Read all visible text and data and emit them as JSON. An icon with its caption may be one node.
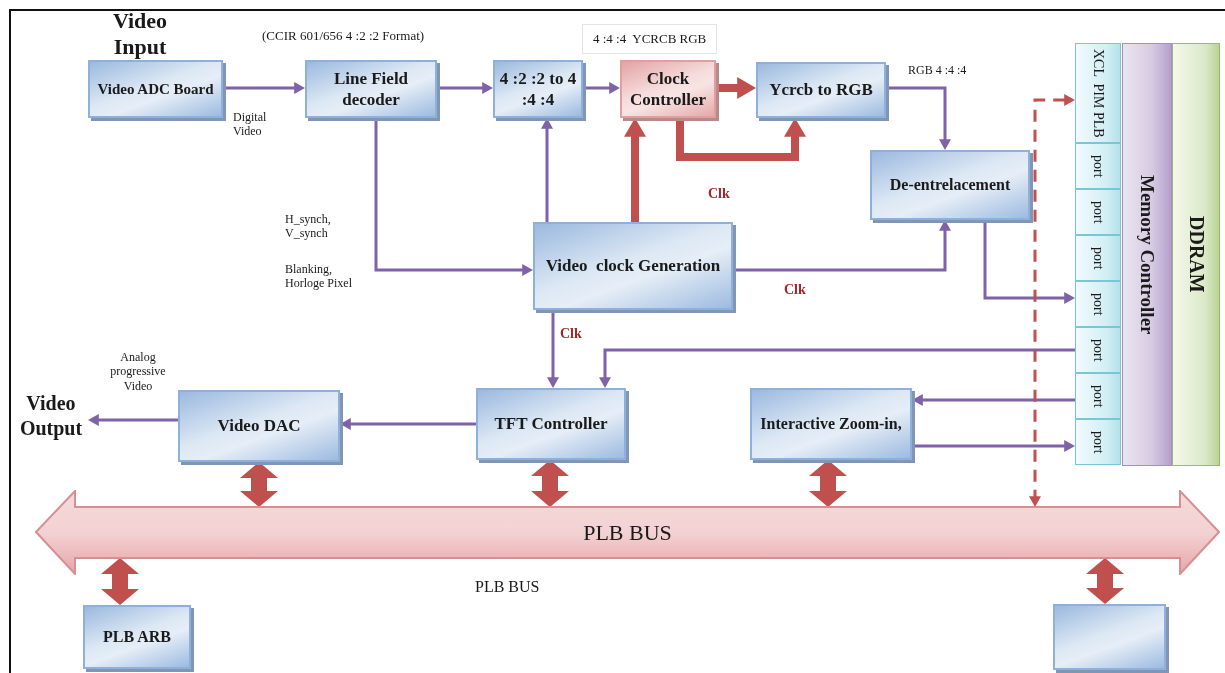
{
  "diagram": {
    "nodes": [
      {
        "text": [
          "Video ADC Board"
        ]
      },
      {
        "text": [
          "Line Field decoder"
        ]
      },
      {
        "text": [
          "4 :2 :2 to 4 :4 :4"
        ]
      },
      {
        "text": [
          "Clock Controller"
        ]
      },
      {
        "text": [
          "Ycrcb to RGB"
        ]
      },
      {
        "text": [
          "De-entrelacement"
        ]
      },
      {
        "text": [
          "Video  clock Generation"
        ]
      },
      {
        "text": [
          "TFT Controller"
        ]
      },
      {
        "text": [
          "Video DAC"
        ]
      },
      {
        "text": [
          "Interactive Zoom-in,"
        ]
      },
      {
        "text": [
          "Video Output"
        ]
      },
      {
        "text": [
          "PLB BUS"
        ]
      },
      {
        "text": [
          "PLB ARB"
        ]
      },
      {
        "text": [],
        "shape": "box"
      },
      {
        "text": [
          "DDRAM"
        ]
      },
      {
        "text": [
          "Memory Controller"
        ]
      },
      {
        "text": [
          "XCL  PIM PLB"
        ]
      },
      {
        "text": [
          "port"
        ]
      },
      {
        "text": [
          "port"
        ]
      },
      {
        "text": [
          "port"
        ]
      },
      {
        "text": [
          "port"
        ]
      },
      {
        "text": [
          "port"
        ]
      },
      {
        "text": [
          "port"
        ]
      },
      {
        "text": [
          "port"
        ]
      }
    ],
    "edges": [
      {
        "from": 0,
        "to": 1,
        "arrow": "to"
      },
      {
        "from": 1,
        "to": 2,
        "arrow": "to"
      },
      {
        "from": 2,
        "to": 3,
        "arrow": "to"
      },
      {
        "from": 3,
        "to": 4,
        "arrow": "to",
        "style": "thick",
        "color": "#c0504d"
      },
      {
        "from": 3,
        "to": 4,
        "arrow": "to",
        "style": "thick",
        "color": "#c0504d"
      },
      {
        "from": 6,
        "to": 3,
        "arrow": "to",
        "style": "thick",
        "color": "#c0504d"
      },
      {
        "from": 6,
        "to": 2,
        "arrow": "to"
      },
      {
        "from": 1,
        "to": 6,
        "arrow": "to"
      },
      {
        "from": 4,
        "to": 5,
        "arrow": "to"
      },
      {
        "from": 6,
        "to": 5,
        "arrow": "to"
      },
      {
        "from": 5,
        "to": 20,
        "arrow": "to"
      },
      {
        "from": 21,
        "to": 7,
        "arrow": "to"
      },
      {
        "from": 22,
        "to": 9,
        "arrow": "to"
      },
      {
        "from": 9,
        "to": 23,
        "arrow": "to"
      },
      {
        "from": 7,
        "to": 8,
        "arrow": "to"
      },
      {
        "from": 8,
        "to": 10,
        "arrow": "to"
      },
      {
        "from": 6,
        "to": 7,
        "arrow": "to"
      },
      {
        "from": 8,
        "to": 11,
        "arrow": "both",
        "style": "thick",
        "color": "#c0504d"
      },
      {
        "from": 7,
        "to": 11,
        "arrow": "both",
        "style": "thick",
        "color": "#c0504d"
      },
      {
        "from": 9,
        "to": 11,
        "arrow": "both",
        "style": "thick",
        "color": "#c0504d"
      },
      {
        "from": 12,
        "to": 11,
        "arrow": "both",
        "style": "thick",
        "color": "#c0504d"
      },
      {
        "from": 13,
        "to": 11,
        "arrow": "both",
        "style": "thick",
        "color": "#c0504d"
      },
      {
        "from": 16,
        "to": 11,
        "arrow": "both",
        "style": "dashed",
        "color": "#c0504d"
      }
    ],
    "labels": [
      "Video Input",
      "(CCIR 601/656 4 :2 :2 Format)",
      "4 :4 :4  YCRCB RGB",
      "Digital Video",
      "RGB 4 :4 :4",
      "Clk",
      "H_synch, V_synch",
      "Blanking, Horloge Pixel",
      "Clk",
      "Clk",
      "Analog progressive Video",
      "PLB BUS"
    ]
  }
}
